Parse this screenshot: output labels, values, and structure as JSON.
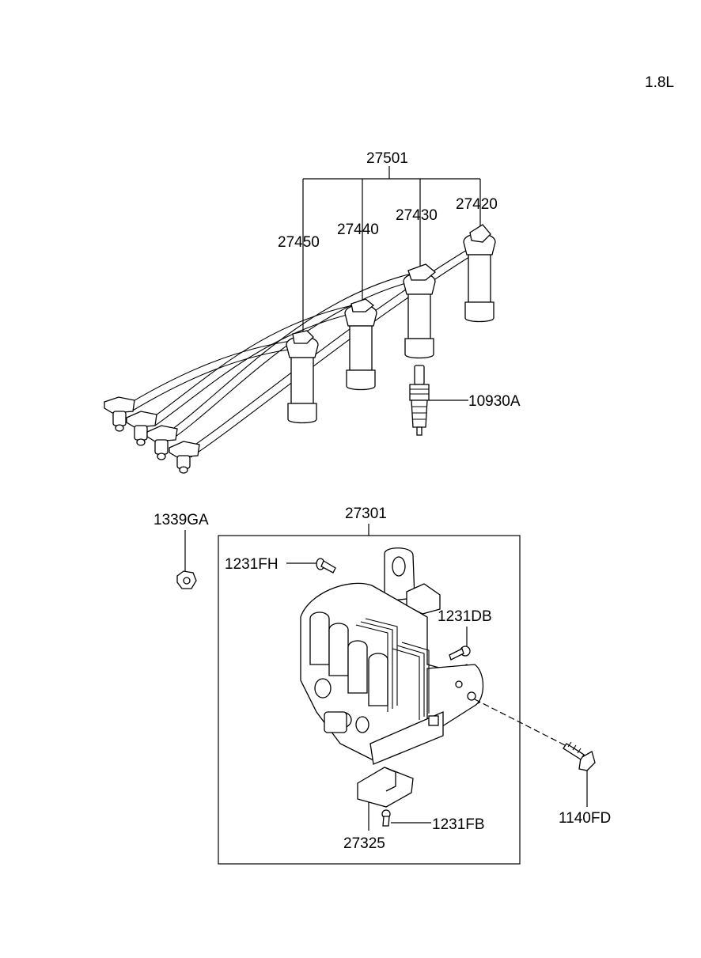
{
  "engine_label": "1.8L",
  "parts": {
    "wire_set": "27501",
    "wire_1": "27450",
    "wire_2": "27440",
    "wire_3": "27430",
    "wire_4": "27420",
    "spark_plug": "10930A",
    "nut": "1339GA",
    "ignition_coil_assy": "27301",
    "screw_fh": "1231FH",
    "screw_db": "1231DB",
    "bolt": "1140FD",
    "condenser": "27325",
    "screw_fb": "1231FB"
  }
}
